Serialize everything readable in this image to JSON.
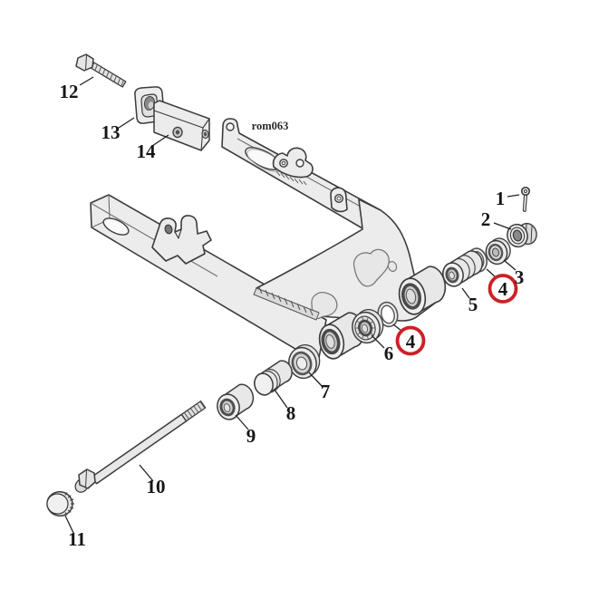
{
  "diagram": {
    "watermark": "rom063",
    "highlight_color": "#cc2127",
    "callouts": [
      {
        "text": "12",
        "circled": false
      },
      {
        "text": "13",
        "circled": false
      },
      {
        "text": "14",
        "circled": false
      },
      {
        "text": "1",
        "circled": false
      },
      {
        "text": "2",
        "circled": false
      },
      {
        "text": "3",
        "circled": false
      },
      {
        "text": "4",
        "circled": true
      },
      {
        "text": "5",
        "circled": false
      },
      {
        "text": "4",
        "circled": true
      },
      {
        "text": "6",
        "circled": false
      },
      {
        "text": "7",
        "circled": false
      },
      {
        "text": "8",
        "circled": false
      },
      {
        "text": "9",
        "circled": false
      },
      {
        "text": "10",
        "circled": false
      },
      {
        "text": "11",
        "circled": false
      }
    ]
  }
}
